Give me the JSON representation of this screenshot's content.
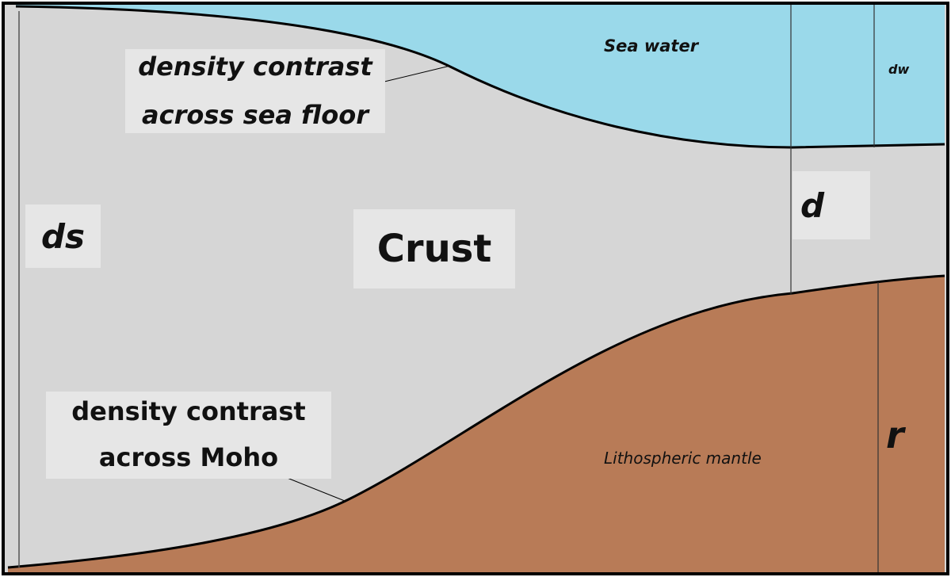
{
  "diagram": {
    "labels": {
      "sea_water": "Sea water",
      "dw": "dw",
      "seafloor_contrast_line1": "density contrast",
      "seafloor_contrast_line2": "across sea floor",
      "ds": "ds",
      "crust": "Crust",
      "d": "d",
      "moho_contrast_line1": "density contrast",
      "moho_contrast_line2": "across Moho",
      "lithospheric_mantle": "Lithospheric mantle",
      "r": "r"
    },
    "colors": {
      "sea_water": "#9ad9ea",
      "crust": "#d6d6d6",
      "mantle": "#b87b57",
      "label_box": "#e6e6e6",
      "outline": "#000000"
    }
  }
}
